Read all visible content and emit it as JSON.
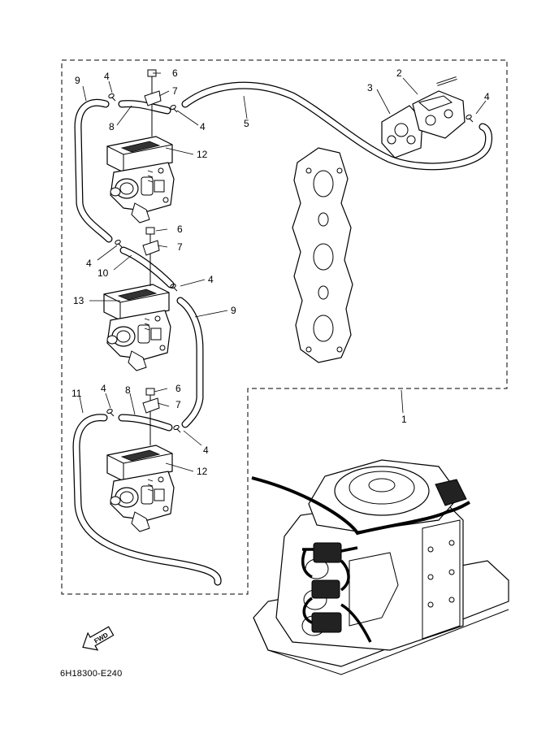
{
  "diagram": {
    "drawing_code": "6H18300-E240",
    "fwd_label": "FWD",
    "callouts": {
      "c1": "1",
      "c2": "2",
      "c3": "3",
      "c4a": "4",
      "c4b": "4",
      "c4c": "4",
      "c4d": "4",
      "c4e": "4",
      "c4f": "4",
      "c4g": "4",
      "c5": "5",
      "c6a": "6",
      "c6b": "6",
      "c6c": "6",
      "c7a": "7",
      "c7b": "7",
      "c7c": "7",
      "c8a": "8",
      "c8b": "8",
      "c9a": "9",
      "c9b": "9",
      "c10": "10",
      "c11": "11",
      "c12a": "12",
      "c12b": "12",
      "c13": "13"
    }
  }
}
